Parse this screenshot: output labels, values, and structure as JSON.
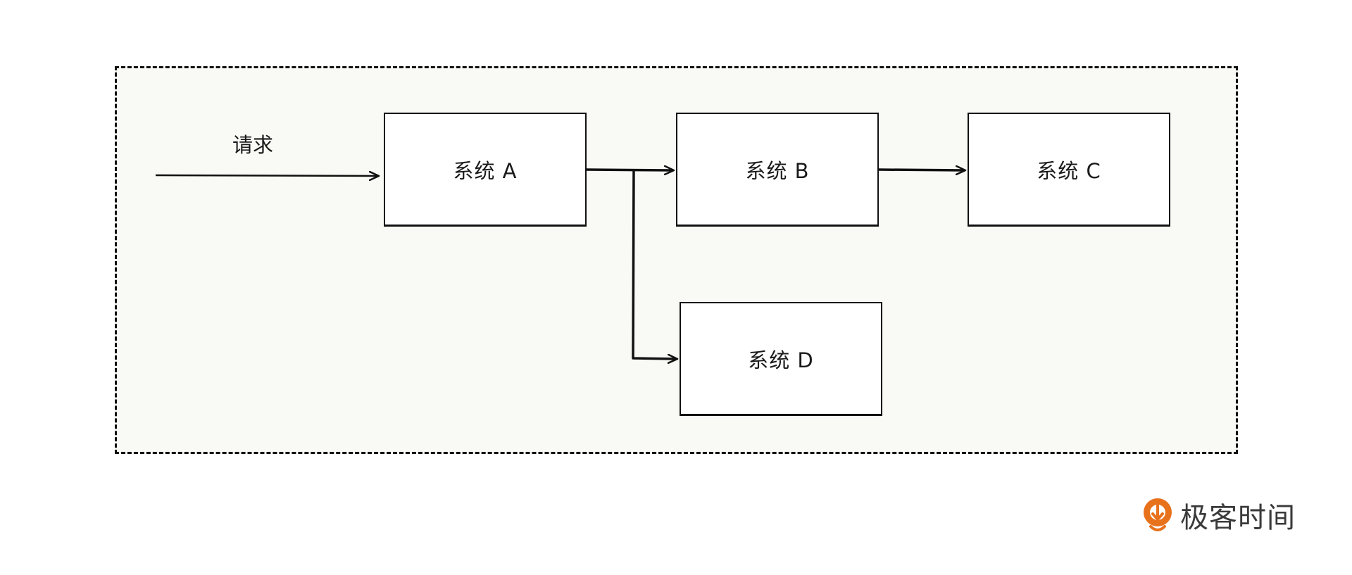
{
  "diagram": {
    "request_label": "请求",
    "nodes": {
      "a": "系统 A",
      "b": "系统 B",
      "c": "系统 C",
      "d": "系统 D"
    },
    "edges": [
      {
        "from": "请求",
        "to": "系统 A"
      },
      {
        "from": "系统 A",
        "to": "系统 B"
      },
      {
        "from": "系统 B",
        "to": "系统 C"
      },
      {
        "from": "系统 A",
        "to": "系统 D"
      }
    ],
    "colors": {
      "stroke": "#111111",
      "frame_fill": "#f9f9f5",
      "logo_orange": "#e8711c"
    }
  },
  "branding": {
    "logo_text": "极客时间",
    "logo_icon": "geektime-logo-icon"
  }
}
